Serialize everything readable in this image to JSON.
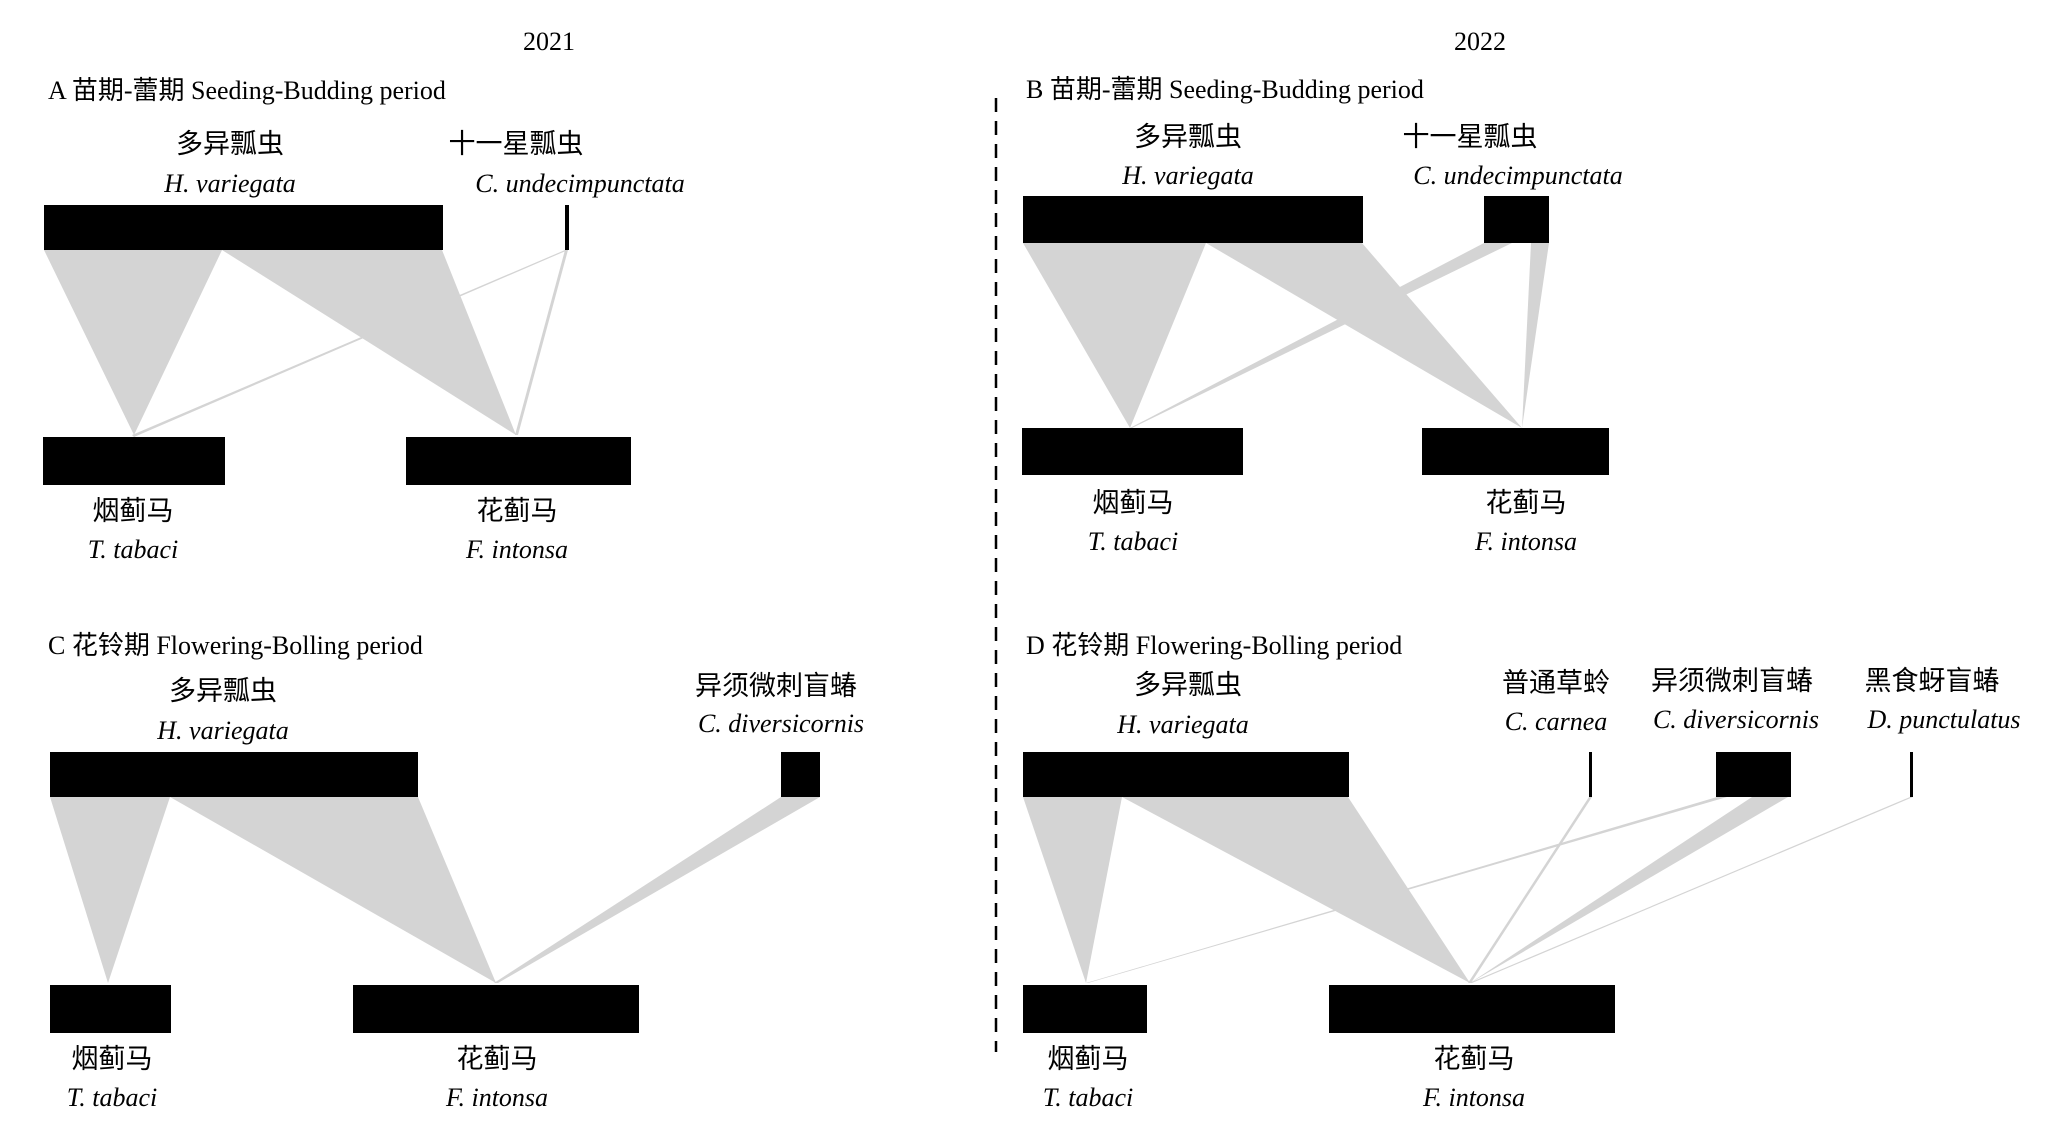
{
  "years": [
    "2021",
    "2022"
  ],
  "colors": {
    "bar": "#000000",
    "link": "#d4d4d4",
    "divider": "#000000"
  },
  "panels": [
    {
      "id": "A",
      "title": "A  苗期-蕾期 Seeding-Budding period",
      "predators": [
        {
          "zh": "多异瓢虫",
          "sp": "H. variegata"
        },
        {
          "zh": "十一星瓢虫",
          "sp": "C. undecimpunctata"
        }
      ],
      "prey": [
        {
          "zh": "烟蓟马",
          "sp": "T. tabaci"
        },
        {
          "zh": "花蓟马",
          "sp": "F. intonsa"
        }
      ]
    },
    {
      "id": "B",
      "title": "B  苗期-蕾期 Seeding-Budding period",
      "predators": [
        {
          "zh": "多异瓢虫",
          "sp": "H. variegata"
        },
        {
          "zh": "十一星瓢虫",
          "sp": "C. undecimpunctata"
        }
      ],
      "prey": [
        {
          "zh": "烟蓟马",
          "sp": "T. tabaci"
        },
        {
          "zh": "花蓟马",
          "sp": "F. intonsa"
        }
      ]
    },
    {
      "id": "C",
      "title": "C  花铃期 Flowering-Bolling period",
      "predators": [
        {
          "zh": "多异瓢虫",
          "sp": "H. variegata"
        },
        {
          "zh": "异须微刺盲蝽",
          "sp": "C. diversicornis"
        }
      ],
      "prey": [
        {
          "zh": "烟蓟马",
          "sp": "T. tabaci"
        },
        {
          "zh": "花蓟马",
          "sp": "F. intonsa"
        }
      ]
    },
    {
      "id": "D",
      "title": "D  花铃期 Flowering-Bolling period",
      "predators": [
        {
          "zh": "多异瓢虫",
          "sp": "H. variegata"
        },
        {
          "zh": "普通草蛉",
          "sp": "C. carnea"
        },
        {
          "zh": "异须微刺盲蝽",
          "sp": "C. diversicornis"
        },
        {
          "zh": "黑食蚜盲蝽",
          "sp": "D. punctulatus"
        }
      ],
      "prey": [
        {
          "zh": "烟蓟马",
          "sp": "T. tabaci"
        },
        {
          "zh": "花蓟马",
          "sp": "F. intonsa"
        }
      ]
    }
  ]
}
